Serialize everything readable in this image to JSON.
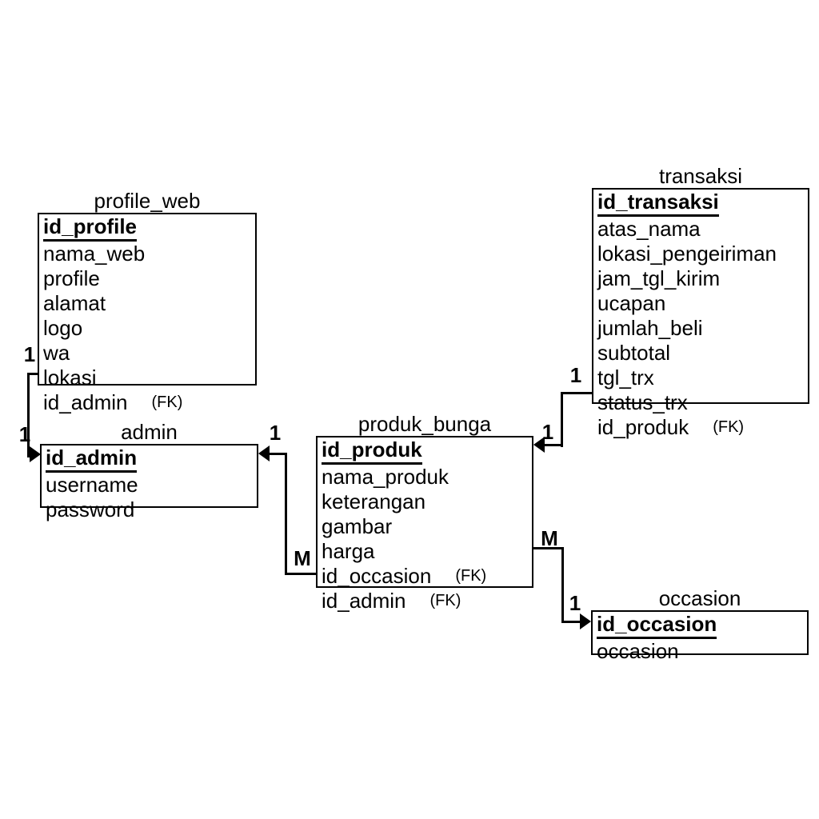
{
  "labels": {
    "fk": "(FK)"
  },
  "colors": {
    "line": "#000000",
    "background": "#ffffff",
    "text": "#000000"
  },
  "entities": {
    "profile_web": {
      "title": "profile_web",
      "fields": [
        "id_profile",
        "nama_web",
        "profile",
        "alamat",
        "logo",
        "wa",
        "lokasi",
        "id_admin"
      ]
    },
    "admin": {
      "title": "admin",
      "fields": [
        "id_admin",
        "username",
        "password"
      ]
    },
    "produk_bunga": {
      "title": "produk_bunga",
      "fields": [
        "id_produk",
        "nama_produk",
        "keterangan",
        "gambar",
        "harga",
        "id_occasion",
        "id_admin"
      ]
    },
    "transaksi": {
      "title": "transaksi",
      "fields": [
        "id_transaksi",
        "atas_nama",
        "lokasi_pengeiriman",
        "jam_tgl_kirim",
        "ucapan",
        "jumlah_beli",
        "subtotal",
        "tgl_trx",
        "status_trx",
        "id_produk"
      ]
    },
    "occasion": {
      "title": "occasion",
      "fields": [
        "id_occasion",
        "occasion"
      ]
    }
  },
  "connectors": [
    {
      "from": "profile_web",
      "to": "admin",
      "labels": [
        "1",
        "1"
      ]
    },
    {
      "from": "admin",
      "to": "produk_bunga",
      "labels": [
        "1",
        "M"
      ]
    },
    {
      "from": "transaksi",
      "to": "produk_bunga",
      "labels": [
        "1",
        "1"
      ]
    },
    {
      "from": "produk_bunga",
      "to": "occasion",
      "labels": [
        "M",
        "1"
      ]
    }
  ]
}
